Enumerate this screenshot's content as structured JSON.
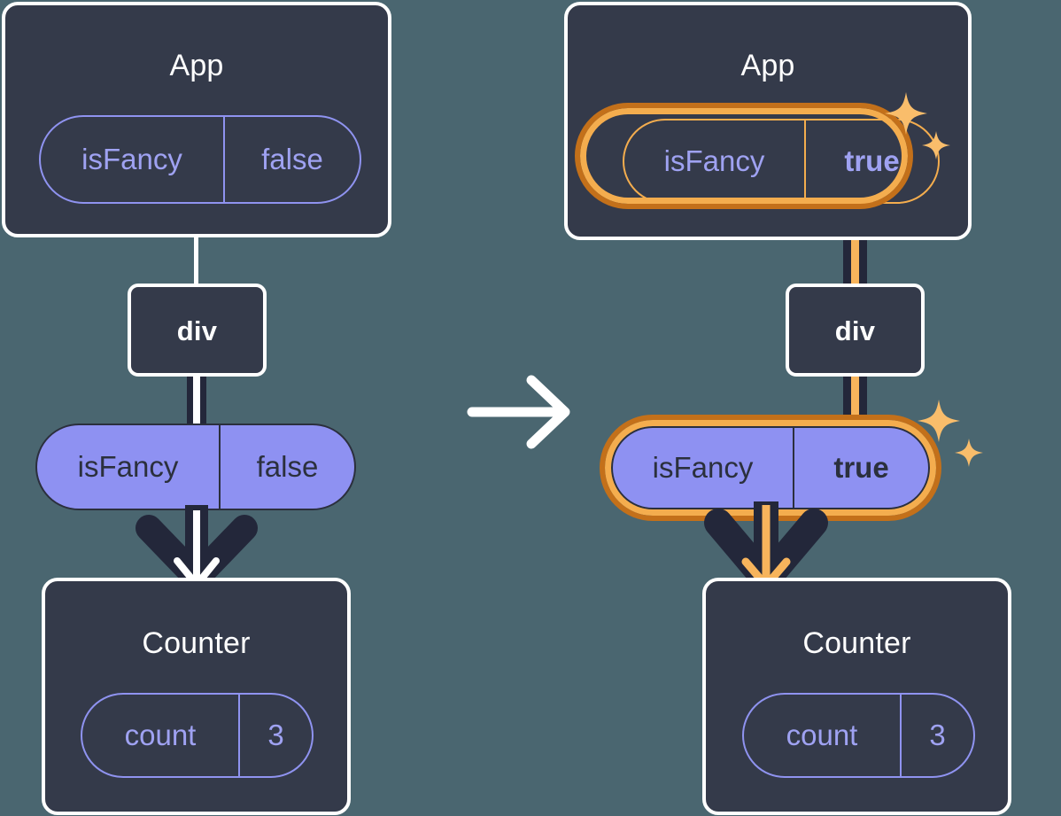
{
  "diagram": {
    "title": "React context propagation: isFancy flips from false to true",
    "background_color": "#4a6670",
    "accent_highlight_color": "#f4ad4e",
    "accent_highlight_outer_color": "#c3701a",
    "component_box_color": "#343a4a",
    "component_border_color": "#ffffff",
    "context_pill_color": "#8e91f2",
    "context_pill_text_color": "#2b303d",
    "outline_pill_color": "#9fa2f2",
    "transition_arrow": "arrow-right"
  },
  "before": {
    "app": {
      "title": "App",
      "state_pill": {
        "key": "isFancy",
        "value": "false",
        "highlighted": false,
        "bold_value": false
      }
    },
    "div": {
      "title": "div"
    },
    "context_pill": {
      "key": "isFancy",
      "value": "false",
      "highlighted": false,
      "bold_value": false
    },
    "counter": {
      "title": "Counter",
      "state_pill": {
        "key": "count",
        "value": "3",
        "highlighted": false,
        "bold_value": false
      }
    },
    "sparkles_visible": false
  },
  "after": {
    "app": {
      "title": "App",
      "state_pill": {
        "key": "isFancy",
        "value": "true",
        "highlighted": true,
        "bold_value": true
      }
    },
    "div": {
      "title": "div"
    },
    "context_pill": {
      "key": "isFancy",
      "value": "true",
      "highlighted": true,
      "bold_value": true
    },
    "counter": {
      "title": "Counter",
      "state_pill": {
        "key": "count",
        "value": "3",
        "highlighted": false,
        "bold_value": false
      }
    },
    "sparkles_visible": true
  },
  "icons": {
    "transition": "arrow-right-icon",
    "sparkle_large": "sparkle-icon",
    "sparkle_small": "sparkle-small-icon",
    "flow_arrow": "down-arrow-icon"
  }
}
